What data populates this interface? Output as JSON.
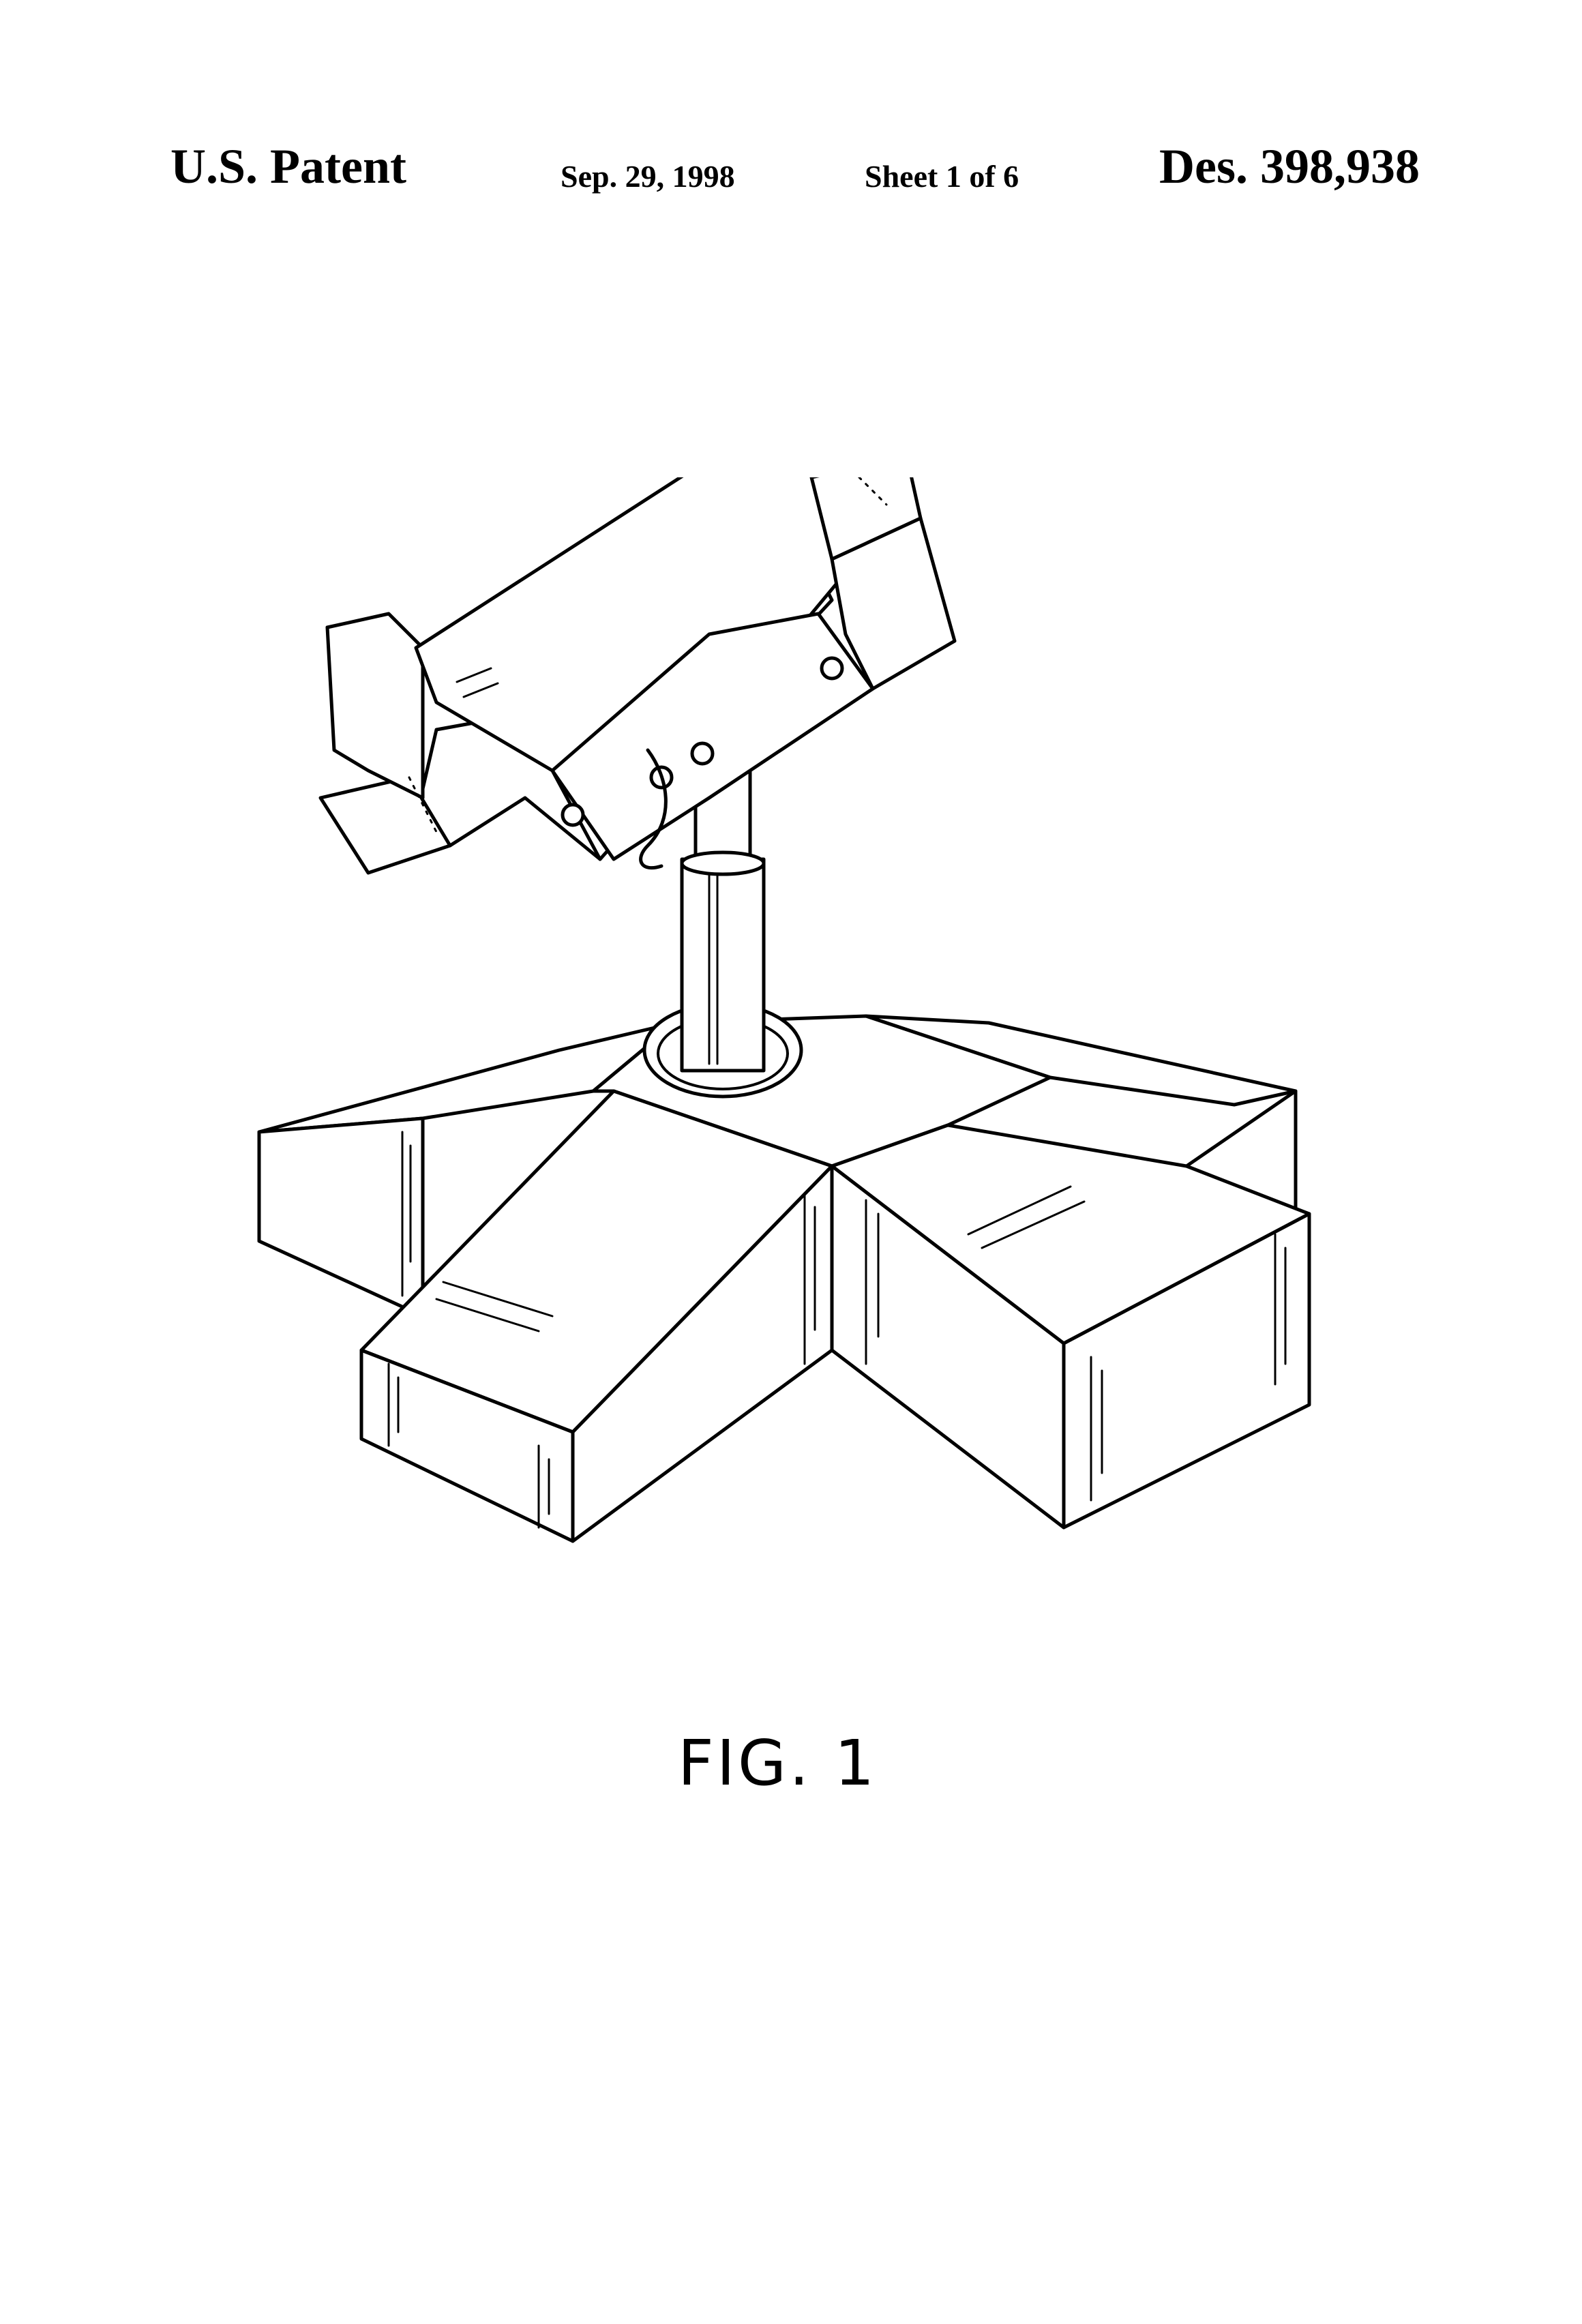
{
  "header": {
    "patent_label": "U.S. Patent",
    "date": "Sep. 29, 1998",
    "sheet": "Sheet 1 of 6",
    "patent_number": "Des. 398,938"
  },
  "figure": {
    "label": "FIG. 1"
  }
}
